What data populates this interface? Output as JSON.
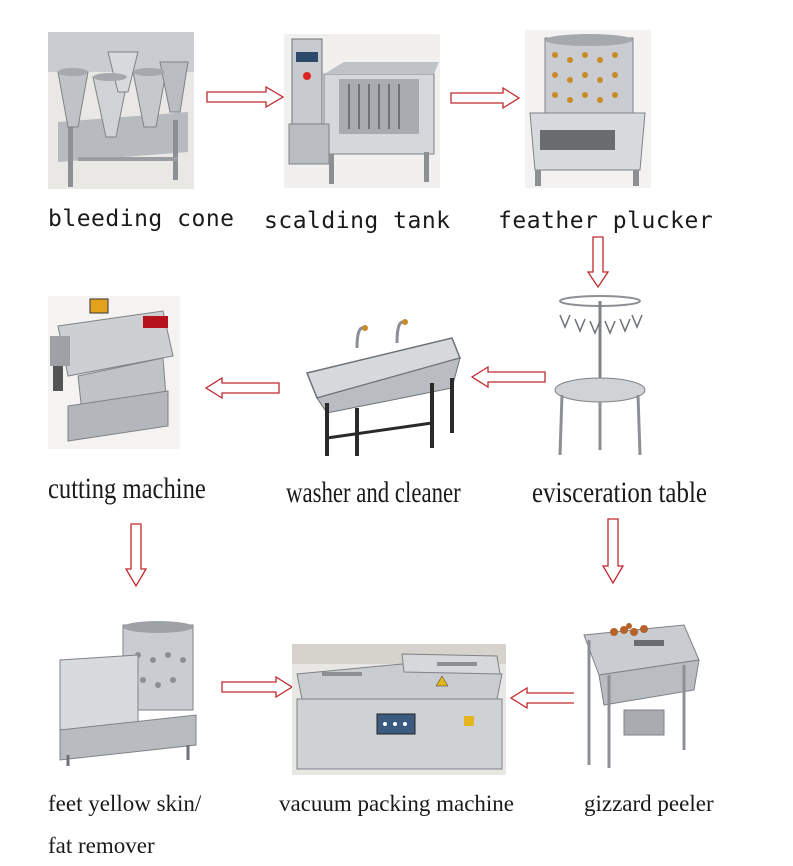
{
  "steps": [
    {
      "id": "bleeding-cone",
      "label": "bleeding cone"
    },
    {
      "id": "scalding-tank",
      "label": "scalding tank"
    },
    {
      "id": "feather-plucker",
      "label": "feather plucker"
    },
    {
      "id": "evisceration-table",
      "label": "evisceration table"
    },
    {
      "id": "washer-and-cleaner",
      "label": "washer and cleaner"
    },
    {
      "id": "cutting-machine",
      "label": "cutting machine"
    },
    {
      "id": "gizzard-peeler",
      "label": "gizzard peeler"
    },
    {
      "id": "vacuum-packing-machine",
      "label": "vacuum packing machine"
    },
    {
      "id": "feet-yellow-skin-fat-remover",
      "label_line1": "feet yellow skin/",
      "label_line2": "fat remover"
    }
  ],
  "flow": [
    {
      "from": "bleeding cone",
      "to": "scalding tank",
      "direction": "right"
    },
    {
      "from": "scalding tank",
      "to": "feather plucker",
      "direction": "right"
    },
    {
      "from": "feather plucker",
      "to": "evisceration table",
      "direction": "down"
    },
    {
      "from": "evisceration table",
      "to": "washer and cleaner",
      "direction": "left"
    },
    {
      "from": "washer and cleaner",
      "to": "cutting machine",
      "direction": "left"
    },
    {
      "from": "cutting machine",
      "to": "feet yellow skin/ fat remover",
      "direction": "down"
    },
    {
      "from": "evisceration table",
      "to": "gizzard peeler",
      "direction": "down"
    },
    {
      "from": "gizzard peeler",
      "to": "vacuum packing machine",
      "direction": "left"
    },
    {
      "from": "feet yellow skin/ fat remover",
      "to": "vacuum packing machine",
      "direction": "right"
    }
  ],
  "colors": {
    "arrow_outline": "#c0282d",
    "steel_light": "#d9dcdf",
    "steel_dark": "#8c9094",
    "text": "#1a1a1a"
  }
}
